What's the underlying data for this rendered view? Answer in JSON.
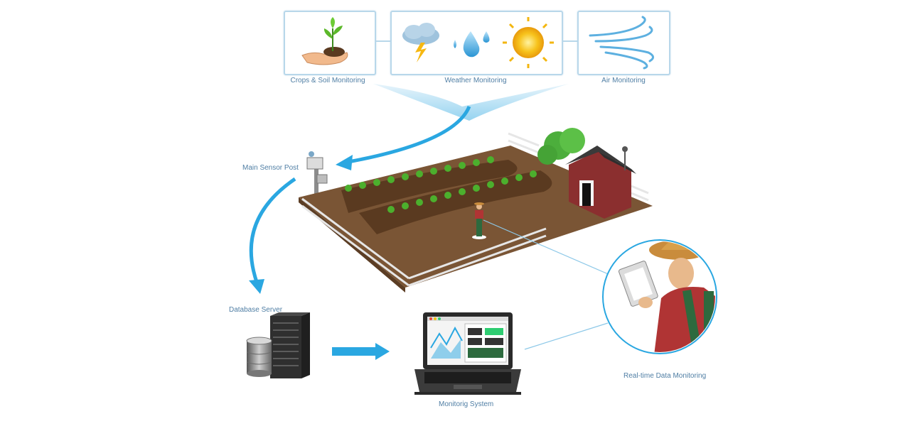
{
  "monitoring_sources": [
    {
      "label": "Crops & Soil Monitoring",
      "icon": "plant-in-hand-icon"
    },
    {
      "label": "Weather Monitoring",
      "icon": "weather-icons"
    },
    {
      "label": "Air Monitoring",
      "icon": "wind-icon"
    }
  ],
  "nodes": {
    "sensor_post": "Main Sensor Post",
    "database_server": "Database Server",
    "monitoring_system": "Monitorig System",
    "realtime": "Real-time Data Monitoring"
  },
  "colors": {
    "arrow": "#2aa7e1",
    "panel_border": "#b8d7ea",
    "label_text": "#4f7ea4",
    "soil": "#7a5535",
    "barn": "#8b2f2f"
  }
}
